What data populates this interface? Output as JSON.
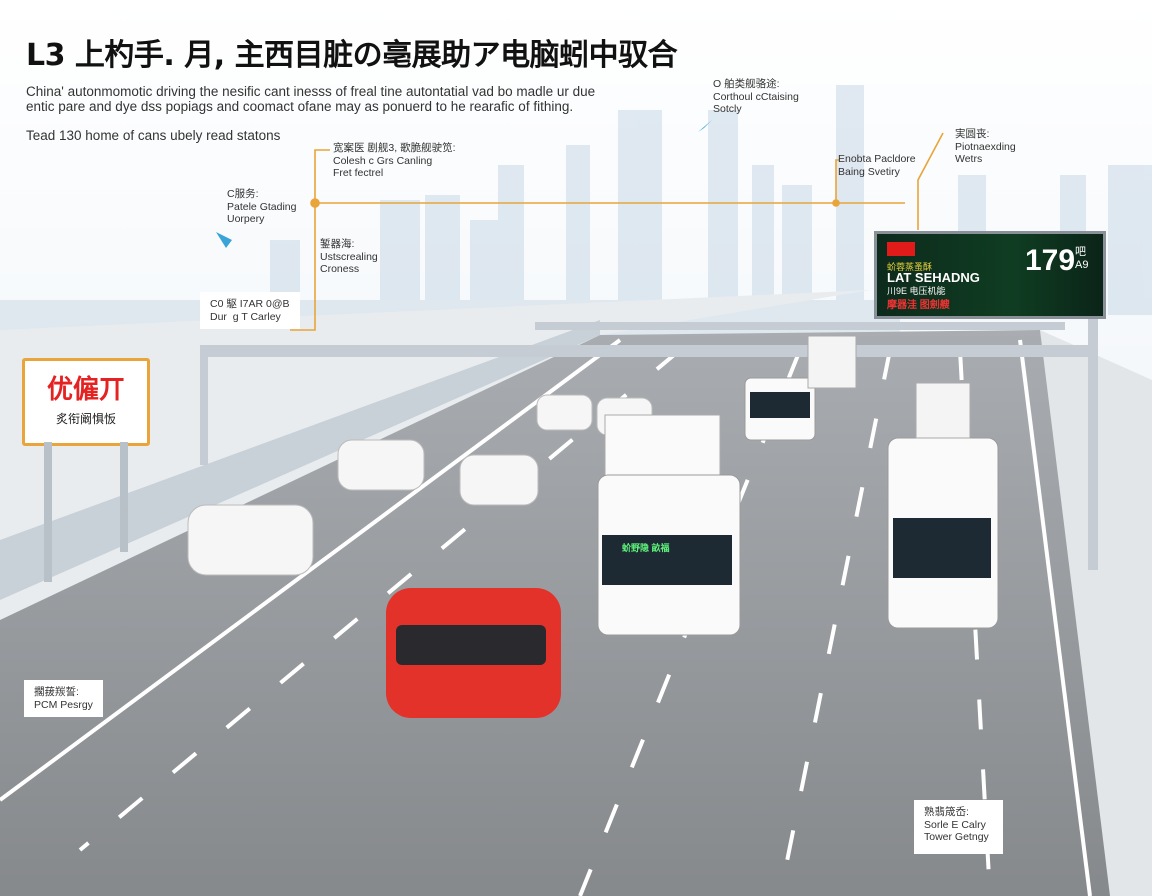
{
  "header": {
    "title": "L3 上杓手. 月, 主西目脏の亳展助ア电脑蚓中驭合",
    "intro": "China' autonmomotic driving the nesific cant inesss of freal tine autontatial vad bo madle ur due entic pare and dye dss popiags and coomact ofane may as ponuerd to he rearafic of fithing.",
    "stat": "Tead 130 home of cans ubely read statons"
  },
  "callouts": [
    {
      "heading": "C服务:",
      "text": "Patele Gtading\nUorpery"
    },
    {
      "heading": "宽案医 剧舰3, 歌脆舰驶笕:",
      "text": "Colesh c Grs Canling\nFret fectrel"
    },
    {
      "heading": "錾器海:",
      "text": "Ustscrealing\nCroness"
    },
    {
      "heading": "C0 駆 I7AR 0@B",
      "text": "Dur  g T Carley"
    },
    {
      "heading": "O 舶类舰骆途:",
      "text": "Corthoul cCtaising\nSotcly"
    },
    {
      "heading": "",
      "text": "Enobta Pacldore\nBaing Svetiry"
    },
    {
      "heading": "実圆丧:",
      "text": "Piotnaexding\nWetrs"
    },
    {
      "heading": "擱菝羰誓:",
      "text": "PCM Pesrgy"
    },
    {
      "heading": "熟翡筬岙:",
      "text": "Sorle E Calry\nTower Getngy"
    }
  ],
  "roadside_sign": {
    "main": "优僱丌",
    "sub": "炙衔阚惧㤆"
  },
  "billboard": {
    "line1": "蚧蓉蒸蚤酥",
    "line2": "LAT SEHADNG",
    "line3": "川9E 电压机能",
    "line4": "摩器洼 图劍艘",
    "number": "179",
    "unit": "吧\nA9"
  },
  "bus_display": "蚧野隐 畝福",
  "colors": {
    "accent_orange": "#e9a43a",
    "road": "#8e9296",
    "sky": "#f2f6fa",
    "red_car": "#e3322a"
  }
}
